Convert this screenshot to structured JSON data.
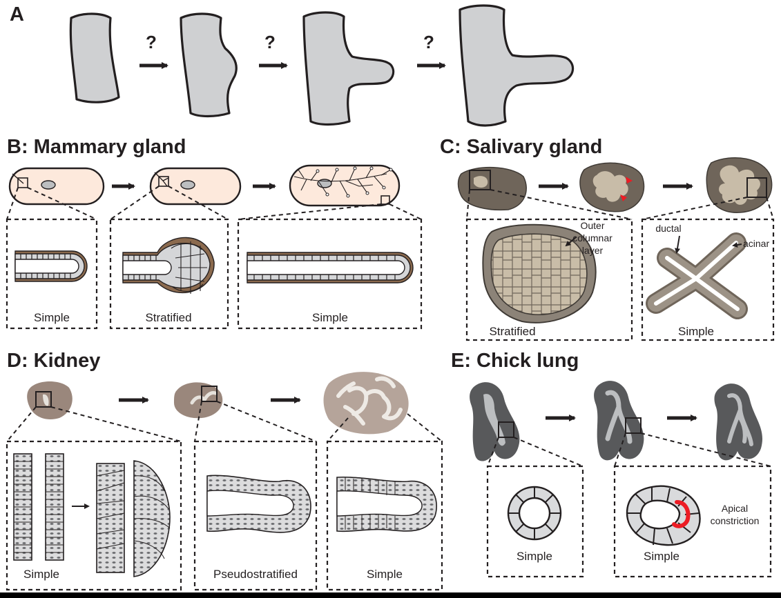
{
  "panel_a": {
    "letter": "A",
    "question_marks": [
      "?",
      "?",
      "?"
    ]
  },
  "panel_b": {
    "title": "B: Mammary gland",
    "labels": [
      "Simple",
      "Stratified",
      "Simple"
    ]
  },
  "panel_c": {
    "title": "C: Salivary gland",
    "labels": [
      "Stratified",
      "Simple"
    ],
    "annotations": {
      "outer_line1": "Outer",
      "outer_line2": "columnar",
      "outer_line3": "layer",
      "ductal": "ductal",
      "acinar": "acinar"
    }
  },
  "panel_d": {
    "title": "D: Kidney",
    "labels": [
      "Simple",
      "Pseudostratified",
      "Simple"
    ]
  },
  "panel_e": {
    "title": "E: Chick lung",
    "labels": [
      "Simple",
      "Simple"
    ],
    "annotations": {
      "apical_line1": "Apical",
      "apical_line2": "constriction"
    }
  },
  "colors": {
    "ink": "#231f20",
    "tube_gray": "#cfd0d2",
    "mammary_fill": "#fde9dc",
    "salivary_brown": "#6f655a",
    "salivary_light": "#c8bca8",
    "kidney_brown": "#9a877c",
    "lung_dark": "#58595b",
    "lung_light": "#bcbec0",
    "red_accent": "#ed1c24"
  }
}
